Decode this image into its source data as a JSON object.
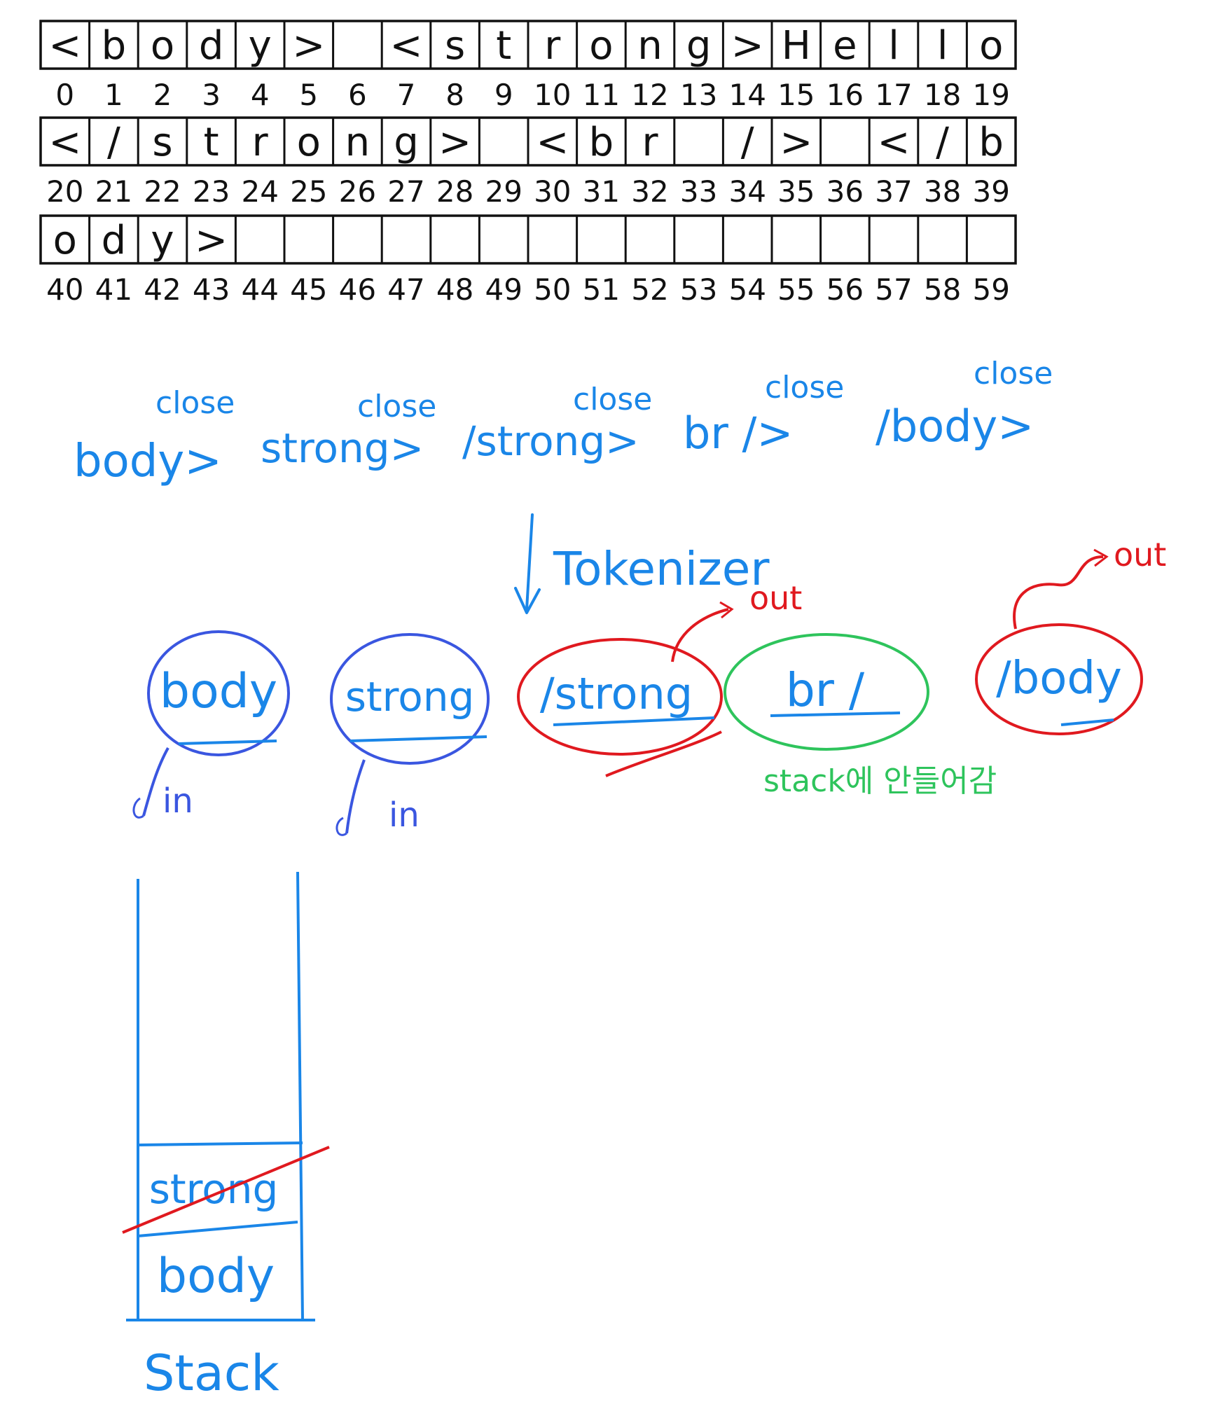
{
  "colors": {
    "ink": "#111111",
    "blue": "#1a86e8",
    "violet_blue": "#3a56e0",
    "red": "#e0191f",
    "green": "#2ec45c"
  },
  "char_rows": [
    {
      "cells": [
        "<",
        "b",
        "o",
        "d",
        "y",
        ">",
        "",
        "<",
        "s",
        "t",
        "r",
        "o",
        "n",
        "g",
        ">",
        "H",
        "e",
        "l",
        "l",
        "o"
      ],
      "indices": [
        "0",
        "1",
        "2",
        "3",
        "4",
        "5",
        "6",
        "7",
        "8",
        "9",
        "10",
        "11",
        "12",
        "13",
        "14",
        "15",
        "16",
        "17",
        "18",
        "19"
      ]
    },
    {
      "cells": [
        "<",
        "/",
        "s",
        "t",
        "r",
        "o",
        "n",
        "g",
        ">",
        "",
        "<",
        "b",
        "r",
        "",
        "/",
        ">",
        "",
        "<",
        "/",
        "b"
      ],
      "indices": [
        "20",
        "21",
        "22",
        "23",
        "24",
        "25",
        "26",
        "27",
        "28",
        "29",
        "30",
        "31",
        "32",
        "33",
        "34",
        "35",
        "36",
        "37",
        "38",
        "39"
      ]
    },
    {
      "cells": [
        "o",
        "d",
        "y",
        ">",
        "",
        "",
        "",
        "",
        "",
        "",
        "",
        "",
        "",
        "",
        "",
        "",
        "",
        "",
        "",
        ""
      ],
      "indices": [
        "40",
        "41",
        "42",
        "43",
        "44",
        "45",
        "46",
        "47",
        "48",
        "49",
        "50",
        "51",
        "52",
        "53",
        "54",
        "55",
        "56",
        "57",
        "58",
        "59"
      ]
    }
  ],
  "tag_parse": [
    {
      "tag": "body>",
      "note": "close"
    },
    {
      "tag": "strong>",
      "note": "close"
    },
    {
      "tag": "/strong>",
      "note": "close"
    },
    {
      "tag": "br />",
      "note": "close"
    },
    {
      "tag": "/body>",
      "note": "close"
    }
  ],
  "tokenizer_label": "Tokenizer",
  "tokens": [
    {
      "label": "body",
      "action": "in",
      "color": "#3a56e0"
    },
    {
      "label": "strong",
      "action": "in",
      "color": "#3a56e0"
    },
    {
      "label": "/strong",
      "action": "out",
      "color": "#e0191f"
    },
    {
      "label": "br /",
      "action": "",
      "color": "#2ec45c"
    },
    {
      "label": "/body",
      "action": "out",
      "color": "#e0191f"
    }
  ],
  "br_note": "stack에 안들어감",
  "stack": {
    "label": "Stack",
    "items": [
      {
        "label": "strong",
        "popped": true
      },
      {
        "label": "body",
        "popped": false
      }
    ]
  }
}
